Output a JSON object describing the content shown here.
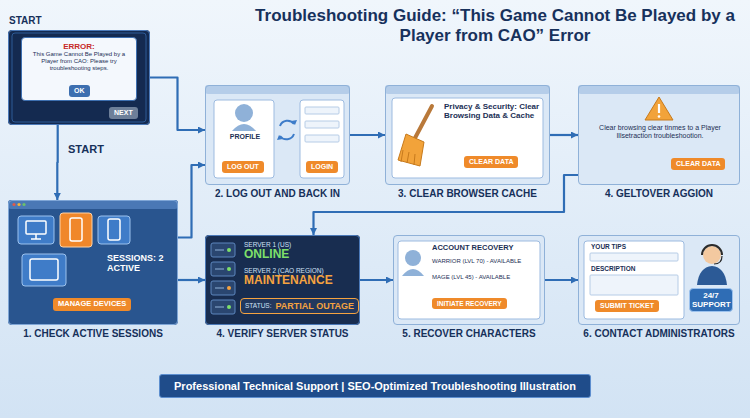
{
  "diagram": {
    "title": "Troubleshooting Guide: “This Game Cannot Be Played by a Player from CAO” Error",
    "caption": "Professional Technical Support | SEO-Optimized Troubleshooting Illustration",
    "nodes": [
      {
        "text": [
          "START"
        ]
      },
      {
        "text": [
          "ERROR:",
          "This Game Cannot Be Played by a Player from CAO: Please try troubleshooting steps."
        ],
        "in": 0
      },
      {
        "text": [
          "OK"
        ],
        "in": 1
      },
      {
        "text": [
          "NEXT"
        ],
        "in": 0
      },
      {
        "text": [
          "1. CHECK ACTIVE SESSIONS",
          "SESSIONS: 2 ACTIVE"
        ]
      },
      {
        "text": [
          "MANAGE DEVICES"
        ],
        "in": 4
      },
      {
        "text": [
          "2. LOG OUT AND BACK IN",
          "PROFILE"
        ]
      },
      {
        "text": [
          "LOG OUT"
        ],
        "in": 6
      },
      {
        "text": [
          "LOGIN"
        ],
        "in": 6
      },
      {
        "text": [
          "3. CLEAR BROWSER CACHE",
          "Privacy & Security: Clear Browsing Data & Cache"
        ]
      },
      {
        "text": [
          "CLEAR DATA"
        ],
        "in": 9
      },
      {
        "text": [
          "4. GELTOVER AGGION",
          "Clear browsing clear tinmes to a Player Illsetraction troubleshootion."
        ]
      },
      {
        "text": [
          "CLEAR DATA"
        ],
        "in": 11
      },
      {
        "text": [
          "4. VERIFY SERVER STATUS"
        ]
      },
      {
        "text": [
          "SERVER 1 (US)",
          "ONLINE"
        ],
        "in": 13
      },
      {
        "text": [
          "SERVER 2 (CAO REGION)",
          "MAINTENANCE"
        ],
        "in": 13
      },
      {
        "text": [
          "STATUS:",
          "PARTIAL OUTAGE"
        ],
        "in": 13
      },
      {
        "text": [
          "5. RECOVER CHARACTERS",
          "ACCOUNT RECOVERY",
          "WARRIOR (LVL 70) - AVAILABLE",
          "MAGE (LVL 45) - AVAILABLE"
        ]
      },
      {
        "text": [
          "INITIATE RECOVERY"
        ],
        "in": 17
      },
      {
        "text": [
          "6. CONTACT ADMINISTRATORS",
          "YOUR TIPS",
          "DESCRIPTION"
        ]
      },
      {
        "text": [
          "SUBMIT TICKET"
        ],
        "in": 19
      },
      {
        "text": [
          "24/7 SUPPORT"
        ],
        "in": 19
      }
    ],
    "edges": [
      {
        "from": 0,
        "to": 4,
        "arrow": "to"
      },
      {
        "from": 0,
        "to": 6,
        "arrow": "to"
      },
      {
        "from": 4,
        "to": 6,
        "arrow": "to"
      },
      {
        "from": 6,
        "to": 9,
        "arrow": "to"
      },
      {
        "from": 9,
        "to": 11,
        "arrow": "to"
      },
      {
        "from": 11,
        "to": 13,
        "arrow": "to"
      },
      {
        "from": 4,
        "to": 13,
        "arrow": "to"
      },
      {
        "from": 13,
        "to": 17,
        "arrow": "to"
      },
      {
        "from": 17,
        "to": 19,
        "arrow": "to"
      }
    ],
    "labels": [
      "START"
    ]
  }
}
